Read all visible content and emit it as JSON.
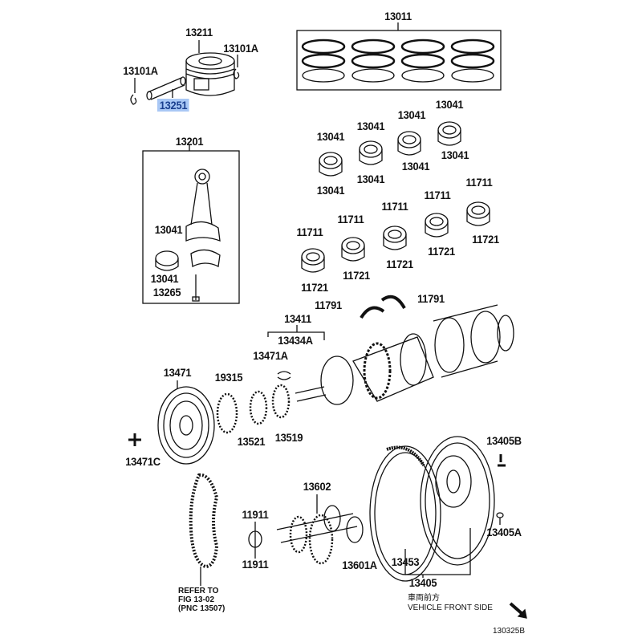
{
  "diagram": {
    "labels": [
      "13211",
      "13101A",
      "13101A",
      "13251",
      "13011",
      "13201",
      "13041",
      "13041",
      "13041",
      "13041",
      "13041",
      "13041",
      "13041",
      "13041",
      "13041",
      "13041",
      "13265",
      "11711",
      "11711",
      "11711",
      "11711",
      "11711",
      "11721",
      "11721",
      "11721",
      "11721",
      "11721",
      "11791",
      "11791",
      "13411",
      "13434A",
      "13471A",
      "13471",
      "19315",
      "13521",
      "13519",
      "13471C",
      "13405B",
      "13602",
      "11911",
      "11911",
      "13601A",
      "13453",
      "13405",
      "13405A"
    ],
    "highlighted_label": "13251",
    "refer_note": {
      "line1": "REFER TO",
      "line2": "FIG 13-02",
      "line3": "(PNC 13507)"
    },
    "direction_note": {
      "japanese": "車両前方",
      "english": "VEHICLE FRONT SIDE"
    },
    "figure_id": "130325B",
    "highlight_color": "#a9c8f5"
  }
}
